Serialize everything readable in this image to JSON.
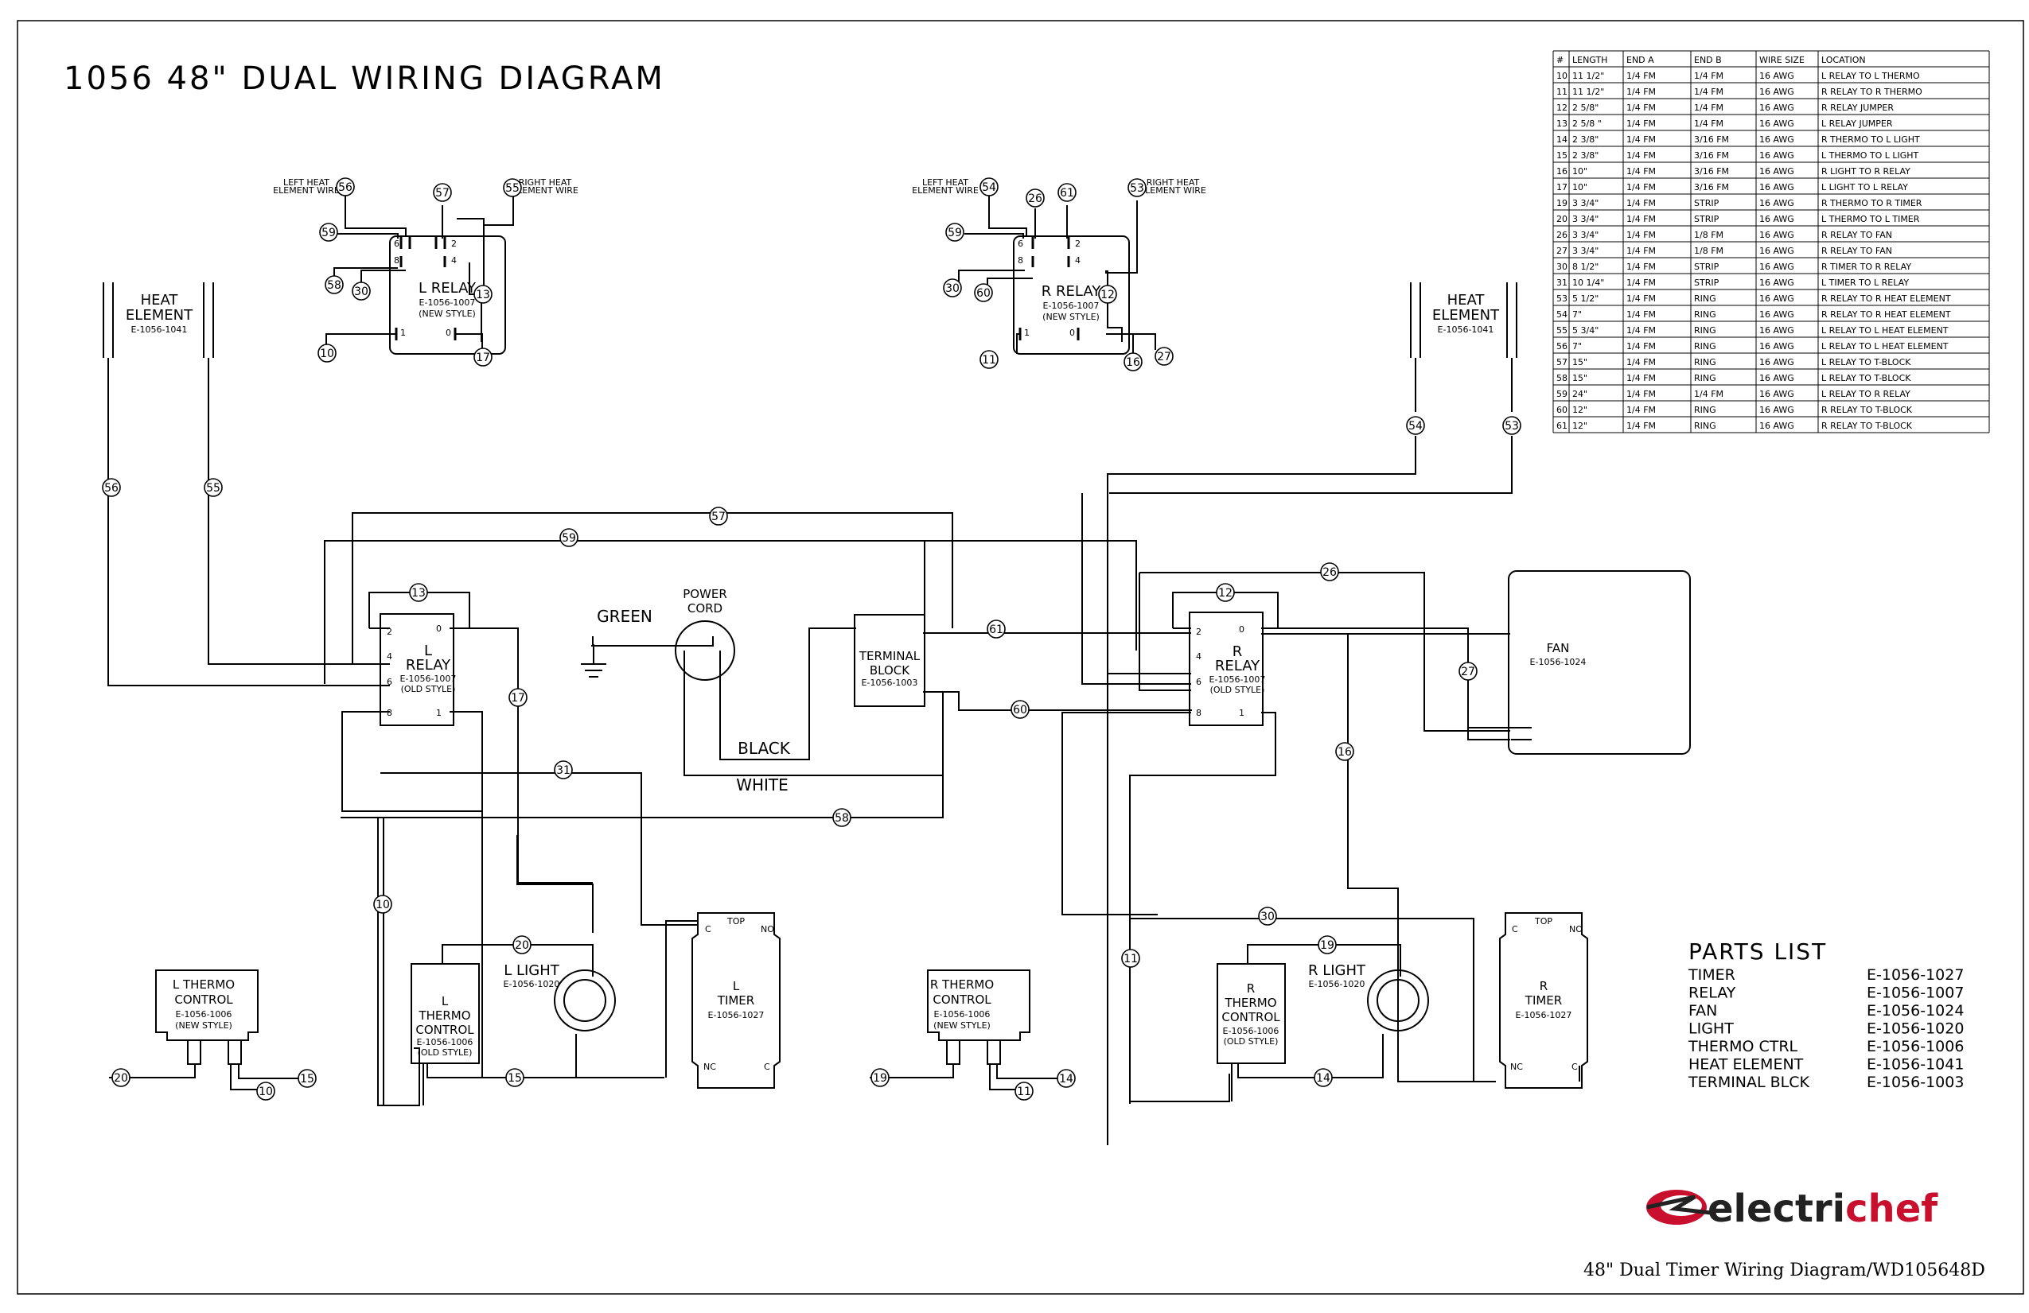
{
  "title": "1056 48\" DUAL WIRING DIAGRAM",
  "footer": "48\" Dual Timer Wiring Diagram/WD105648D",
  "brand": {
    "text_a": "electri",
    "text_b": "chef",
    "color_a": "#222222",
    "color_b": "#c8102e"
  },
  "wire_table": {
    "headers": [
      "#",
      "LENGTH",
      "END A",
      "END B",
      "WIRE SIZE",
      "LOCATION"
    ],
    "rows": [
      [
        "10",
        "11 1/2\"",
        "1/4 FM",
        "1/4 FM",
        "16 AWG",
        "L RELAY TO L THERMO"
      ],
      [
        "11",
        "11 1/2\"",
        "1/4 FM",
        "1/4 FM",
        "16 AWG",
        "R RELAY TO R THERMO"
      ],
      [
        "12",
        "2 5/8\"",
        "1/4 FM",
        "1/4 FM",
        "16 AWG",
        "R RELAY JUMPER"
      ],
      [
        "13",
        "2 5/8 \"",
        "1/4 FM",
        "1/4 FM",
        "16 AWG",
        "L RELAY JUMPER"
      ],
      [
        "14",
        "2 3/8\"",
        "1/4 FM",
        "3/16 FM",
        "16 AWG",
        "R THERMO TO L LIGHT"
      ],
      [
        "15",
        "2 3/8\"",
        "1/4 FM",
        "3/16 FM",
        "16 AWG",
        "L THERMO TO L LIGHT"
      ],
      [
        "16",
        "10\"",
        "1/4 FM",
        "3/16 FM",
        "16 AWG",
        "R LIGHT TO R RELAY"
      ],
      [
        "17",
        "10\"",
        "1/4 FM",
        "3/16 FM",
        "16 AWG",
        "L LIGHT TO L RELAY"
      ],
      [
        "19",
        "3 3/4\"",
        "1/4 FM",
        "STRIP",
        "16 AWG",
        "R THERMO TO R TIMER"
      ],
      [
        "20",
        "3 3/4\"",
        "1/4 FM",
        "STRIP",
        "16 AWG",
        "L THERMO TO L TIMER"
      ],
      [
        "26",
        "3 3/4\"",
        "1/4 FM",
        "1/8 FM",
        "16 AWG",
        "R RELAY TO FAN"
      ],
      [
        "27",
        "3 3/4\"",
        "1/4 FM",
        "1/8 FM",
        "16 AWG",
        "R RELAY TO FAN"
      ],
      [
        "30",
        "8 1/2\"",
        "1/4 FM",
        "STRIP",
        "16 AWG",
        "R TIMER TO R RELAY"
      ],
      [
        "31",
        "10 1/4\"",
        "1/4 FM",
        "STRIP",
        "16 AWG",
        "L TIMER TO L RELAY"
      ],
      [
        "53",
        "5 1/2\"",
        "1/4 FM",
        "RING",
        "16 AWG",
        "R RELAY TO R HEAT ELEMENT"
      ],
      [
        "54",
        "7\"",
        "1/4 FM",
        "RING",
        "16 AWG",
        "R RELAY TO R HEAT ELEMENT"
      ],
      [
        "55",
        "5 3/4\"",
        "1/4 FM",
        "RING",
        "16 AWG",
        "L RELAY TO L HEAT ELEMENT"
      ],
      [
        "56",
        "7\"",
        "1/4 FM",
        "RING",
        "16 AWG",
        "L RELAY TO L HEAT ELEMENT"
      ],
      [
        "57",
        "15\"",
        "1/4 FM",
        "RING",
        "16 AWG",
        "L RELAY TO T-BLOCK"
      ],
      [
        "58",
        "15\"",
        "1/4 FM",
        "RING",
        "16 AWG",
        "L RELAY TO T-BLOCK"
      ],
      [
        "59",
        "24\"",
        "1/4 FM",
        "1/4 FM",
        "16 AWG",
        "L RELAY TO R RELAY"
      ],
      [
        "60",
        "12\"",
        "1/4 FM",
        "RING",
        "16 AWG",
        "R RELAY TO T-BLOCK"
      ],
      [
        "61",
        "12\"",
        "1/4 FM",
        "RING",
        "16 AWG",
        "R RELAY TO T-BLOCK"
      ]
    ]
  },
  "parts_list": {
    "heading": "PARTS LIST",
    "items": [
      {
        "name": "TIMER",
        "part": "E-1056-1027"
      },
      {
        "name": "RELAY",
        "part": "E-1056-1007"
      },
      {
        "name": "FAN",
        "part": "E-1056-1024"
      },
      {
        "name": "LIGHT",
        "part": "E-1056-1020"
      },
      {
        "name": "THERMO CTRL",
        "part": "E-1056-1006"
      },
      {
        "name": "HEAT ELEMENT",
        "part": "E-1056-1041"
      },
      {
        "name": "TERMINAL BLCK",
        "part": "E-1056-1003"
      }
    ]
  },
  "labels": {
    "heat_element": [
      "HEAT",
      "ELEMENT"
    ],
    "heat_element_part": "E-1056-1041",
    "l_relay_top": "L RELAY",
    "r_relay_top": "R RELAY",
    "relay_part": "E-1056-1007",
    "new_style": "(NEW STYLE)",
    "old_style": "(OLD STYLE)",
    "left_heat": [
      "LEFT HEAT",
      "ELEMENT WIRE"
    ],
    "right_heat": [
      "RIGHT HEAT",
      "ELEMENT WIRE"
    ],
    "relay_main_l": [
      "L",
      "RELAY"
    ],
    "relay_main_r": [
      "R",
      "RELAY"
    ],
    "green": "GREEN",
    "power_cord": [
      "POWER",
      "CORD"
    ],
    "terminal_block": [
      "TERMINAL",
      "BLOCK"
    ],
    "terminal_part": "E-1056-1003",
    "black": "BLACK",
    "white": "WHITE",
    "fan": "FAN",
    "fan_part": "E-1056-1024",
    "l_thermo": [
      "L THERMO",
      "CONTROL"
    ],
    "r_thermo": [
      "R THERMO",
      "CONTROL"
    ],
    "thermo_part": "E-1056-1006",
    "thermo_main_l": [
      "L",
      "THERMO",
      "CONTROL"
    ],
    "thermo_main_r": [
      "R",
      "THERMO",
      "CONTROL"
    ],
    "l_light": "L LIGHT",
    "r_light": "R LIGHT",
    "light_part": "E-1056-1020",
    "l_timer": [
      "L",
      "TIMER"
    ],
    "r_timer": [
      "R",
      "TIMER"
    ],
    "timer_part": "E-1056-1027",
    "top": "TOP",
    "no": "NO",
    "nc": "NC",
    "c": "C"
  }
}
